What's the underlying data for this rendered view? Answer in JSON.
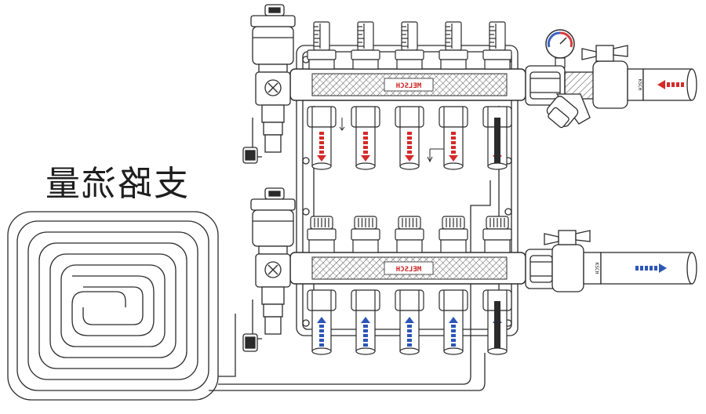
{
  "diagram": {
    "title": "支路流量",
    "brand": "MELSCH",
    "fitting_brand": "KSCH",
    "loops": 5,
    "colors": {
      "line": "#2b2b2b",
      "supply_arrow": "#d52a2a",
      "return_arrow": "#2c56b8",
      "gauge_red": "#d63a3a",
      "gauge_blue": "#3a62c4"
    },
    "icons": [
      "air-vent-icon",
      "flow-meter-icon",
      "pressure-gauge-icon",
      "ball-valve-icon",
      "y-strainer-icon",
      "drain-valve-icon",
      "floor-heating-coil-icon"
    ]
  }
}
